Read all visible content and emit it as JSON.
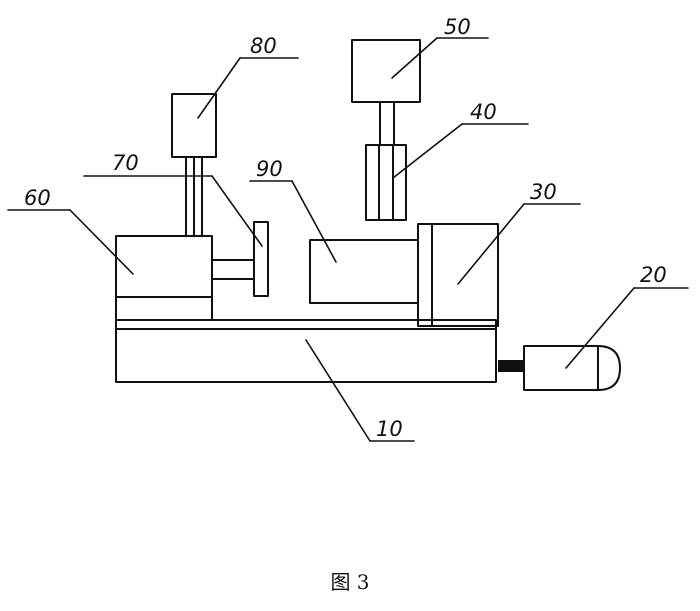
{
  "labels": {
    "l10": "10",
    "l20": "20",
    "l30": "30",
    "l40": "40",
    "l50": "50",
    "l60": "60",
    "l70": "70",
    "l80": "80",
    "l90": "90"
  },
  "caption": "图 3"
}
